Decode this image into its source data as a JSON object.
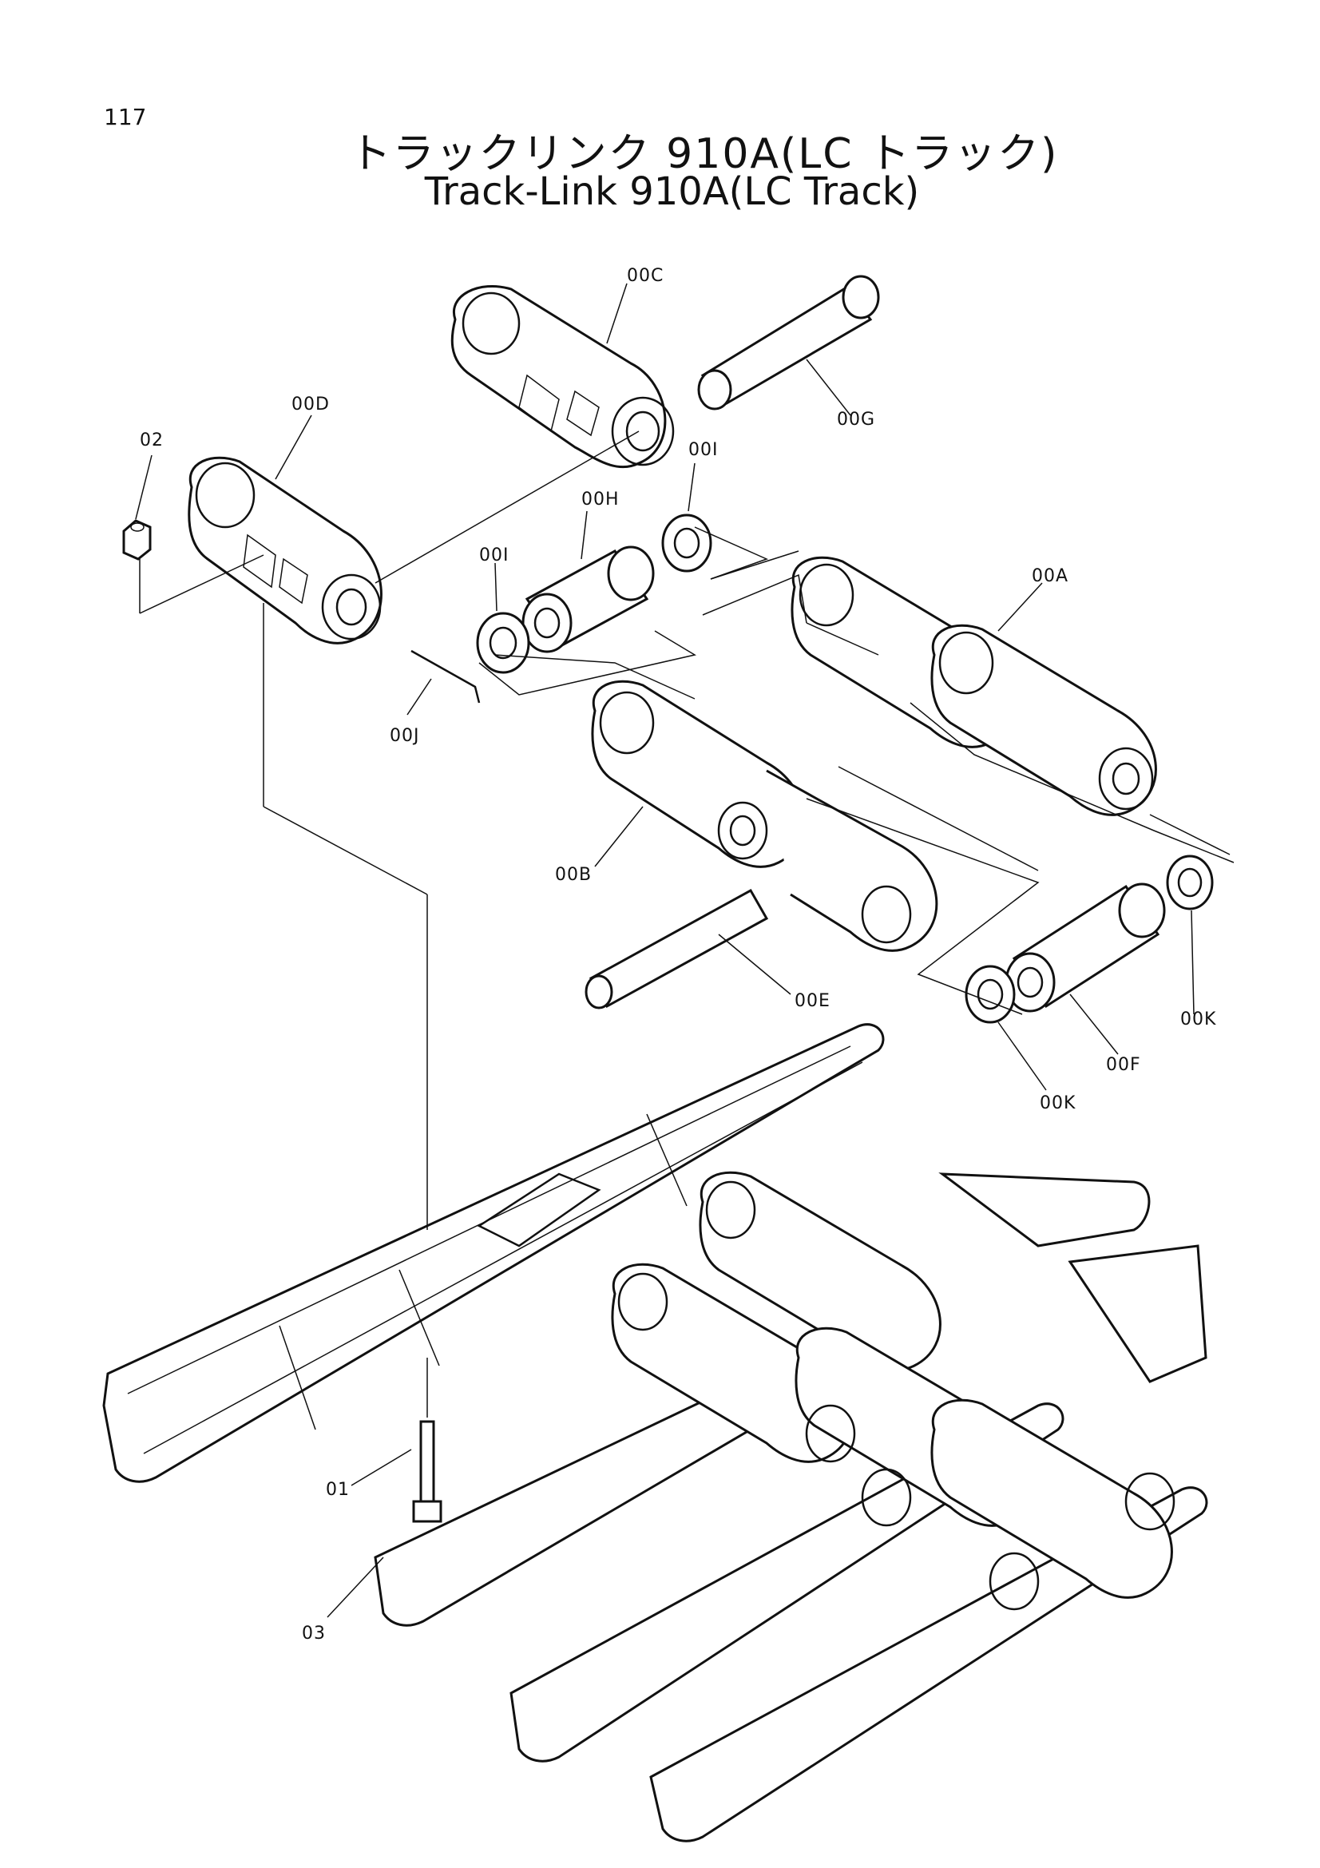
{
  "page": {
    "number": "117"
  },
  "title": {
    "japanese": "トラックリンク 910A(LC トラック)",
    "english": "Track-Link 910A(LC Track)"
  },
  "callouts": {
    "c00C": "00C",
    "c00D": "00D",
    "c02": "02",
    "c00G": "00G",
    "c00I_right": "00I",
    "c00H": "00H",
    "c00I_left": "00I",
    "c00A": "00A",
    "c00J": "00J",
    "c00B": "00B",
    "c00E": "00E",
    "c00K_right": "00K",
    "c00F": "00F",
    "c00K_bottom": "00K",
    "c01": "01",
    "c03": "03"
  }
}
